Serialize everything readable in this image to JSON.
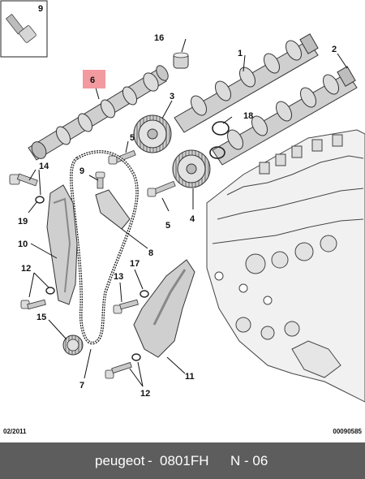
{
  "diagram": {
    "callouts": [
      {
        "id": "c9",
        "label": "9"
      },
      {
        "id": "c16",
        "label": "16"
      },
      {
        "id": "c1",
        "label": "1"
      },
      {
        "id": "c2",
        "label": "2"
      },
      {
        "id": "c6",
        "label": "6"
      },
      {
        "id": "c3",
        "label": "3"
      },
      {
        "id": "c18",
        "label": "18"
      },
      {
        "id": "c5a",
        "label": "5"
      },
      {
        "id": "c14",
        "label": "14"
      },
      {
        "id": "c9b",
        "label": "9"
      },
      {
        "id": "c19",
        "label": "19"
      },
      {
        "id": "c5b",
        "label": "5"
      },
      {
        "id": "c4",
        "label": "4"
      },
      {
        "id": "c10",
        "label": "10"
      },
      {
        "id": "c8",
        "label": "8"
      },
      {
        "id": "c12a",
        "label": "12"
      },
      {
        "id": "c17",
        "label": "17"
      },
      {
        "id": "c13",
        "label": "13"
      },
      {
        "id": "c15",
        "label": "15"
      },
      {
        "id": "c11",
        "label": "11"
      },
      {
        "id": "c7",
        "label": "7"
      },
      {
        "id": "c12b",
        "label": "12"
      }
    ],
    "highlight_color": "#f29aa0"
  },
  "footer": {
    "date": "02/2011",
    "code": "00090585"
  },
  "banner": {
    "brand": "peugeot",
    "separator": "-",
    "reference": "0801FH",
    "page": "N - 06"
  }
}
